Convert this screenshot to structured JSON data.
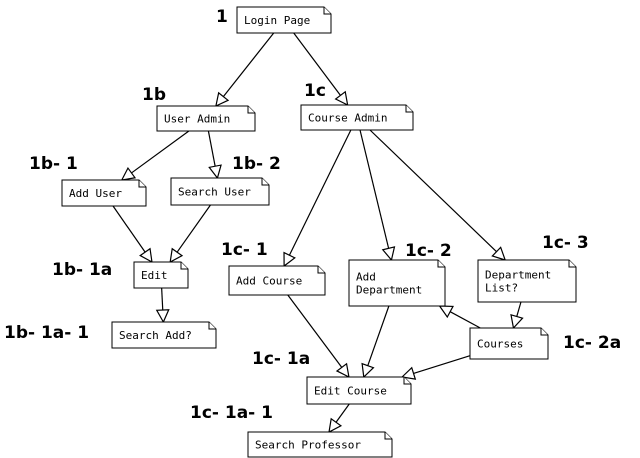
{
  "nodes": [
    {
      "id": "login",
      "lines": [
        "Login Page"
      ],
      "tag": "1"
    },
    {
      "id": "useradmin",
      "lines": [
        "User Admin"
      ],
      "tag": "1b"
    },
    {
      "id": "courseadmin",
      "lines": [
        "Course Admin"
      ],
      "tag": "1c"
    },
    {
      "id": "adduser",
      "lines": [
        "Add User"
      ],
      "tag": "1b- 1"
    },
    {
      "id": "searchuser",
      "lines": [
        "Search User"
      ],
      "tag": "1b- 2"
    },
    {
      "id": "edit",
      "lines": [
        "Edit"
      ],
      "tag": "1b- 1a"
    },
    {
      "id": "searchadd",
      "lines": [
        "Search Add?"
      ],
      "tag": "1b- 1a- 1"
    },
    {
      "id": "addcourse",
      "lines": [
        "Add Course"
      ],
      "tag": "1c- 1"
    },
    {
      "id": "adddept",
      "lines": [
        "Add",
        "Department"
      ],
      "tag": "1c- 2"
    },
    {
      "id": "deptlist",
      "lines": [
        "Department",
        "List?"
      ],
      "tag": "1c- 3"
    },
    {
      "id": "courses",
      "lines": [
        "Courses"
      ],
      "tag": "1c- 2a"
    },
    {
      "id": "editcourse",
      "lines": [
        "Edit Course"
      ],
      "tag": "1c- 1a"
    },
    {
      "id": "searchprof",
      "lines": [
        "Search Professor"
      ],
      "tag": "1c- 1a- 1"
    }
  ],
  "edges": [
    {
      "from": "login",
      "to": "useradmin"
    },
    {
      "from": "login",
      "to": "courseadmin"
    },
    {
      "from": "useradmin",
      "to": "adduser"
    },
    {
      "from": "useradmin",
      "to": "searchuser"
    },
    {
      "from": "adduser",
      "to": "edit"
    },
    {
      "from": "searchuser",
      "to": "edit"
    },
    {
      "from": "edit",
      "to": "searchadd"
    },
    {
      "from": "courseadmin",
      "to": "addcourse"
    },
    {
      "from": "courseadmin",
      "to": "adddept"
    },
    {
      "from": "courseadmin",
      "to": "deptlist"
    },
    {
      "from": "deptlist",
      "to": "courses"
    },
    {
      "from": "courses",
      "to": "adddept"
    },
    {
      "from": "courses",
      "to": "editcourse"
    },
    {
      "from": "addcourse",
      "to": "editcourse"
    },
    {
      "from": "adddept",
      "to": "editcourse"
    },
    {
      "from": "editcourse",
      "to": "searchprof"
    }
  ]
}
